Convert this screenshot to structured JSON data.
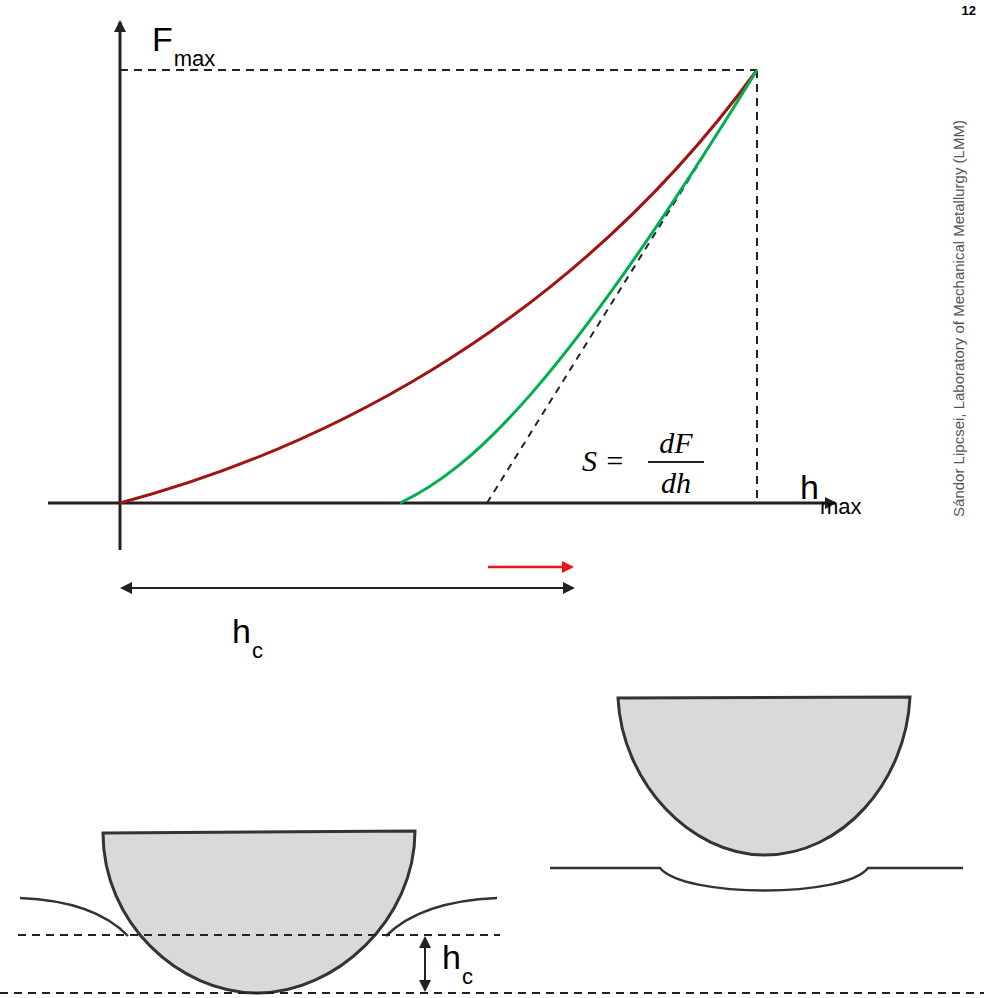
{
  "diagram": {
    "labels": [
      "F",
      "max",
      "h",
      "max",
      "S =",
      "dF",
      "dh",
      "h",
      "c",
      "h",
      "c",
      "12",
      "Sándor Lipcsei, Laboratory of Mechanical Metallurgy (LMM)"
    ]
  }
}
